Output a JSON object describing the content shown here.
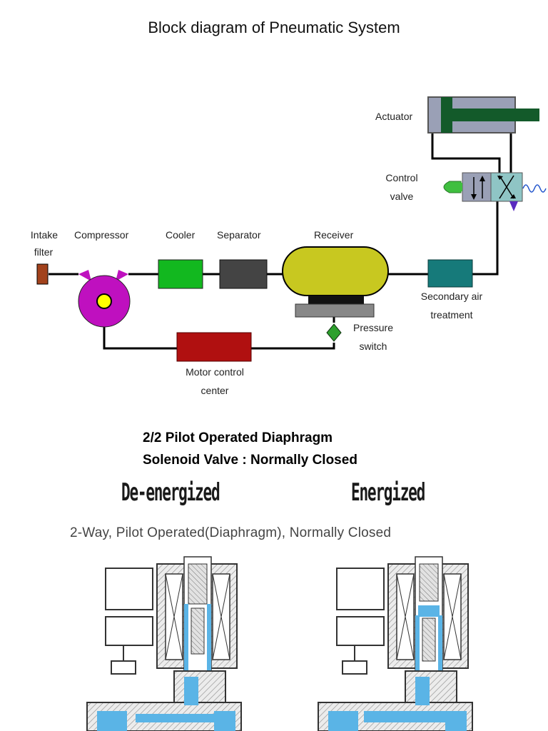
{
  "title": "Block diagram of Pneumatic System",
  "components": {
    "actuator": "Actuator",
    "control_valve_1": "Control",
    "control_valve_2": "valve",
    "intake_filter_1": "Intake",
    "intake_filter_2": "filter",
    "compressor": "Compressor",
    "cooler": "Cooler",
    "separator": "Separator",
    "receiver": "Receiver",
    "secondary_air_1": "Secondary air",
    "secondary_air_2": "treatment",
    "pressure_switch_1": "Pressure",
    "pressure_switch_2": "switch",
    "motor_control_1": "Motor control",
    "motor_control_2": "center"
  },
  "section2": {
    "heading_line1": "2/2 Pilot Operated Diaphragm",
    "heading_line2": "Solenoid Valve : Normally Closed",
    "state_left": "De-energized",
    "state_right": "Energized",
    "subtitle": "2-Way, Pilot Operated(Diaphragm),  Normally Closed"
  },
  "colors": {
    "compressor": "#bf10bf",
    "cooler": "#12b81f",
    "separator": "#444444",
    "receiver": "#c8c820",
    "secondary_air": "#167a7a",
    "motor_control": "#b01010",
    "actuator_rod": "#135a2a",
    "valve_flow": "#5ab4e6"
  }
}
